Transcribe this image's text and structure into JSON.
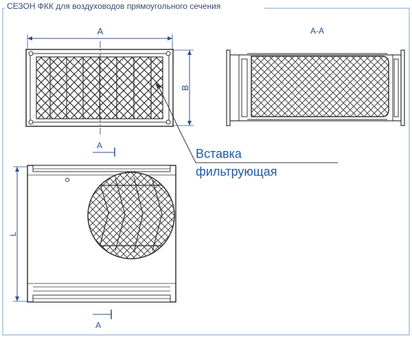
{
  "title": "СЕЗОН ФКК для воздуховодов прямоугольного сечения",
  "dims": {
    "A": "A",
    "B": "B",
    "L": "L"
  },
  "section": {
    "label": "A-A",
    "marker_top": "A",
    "marker_bottom": "A"
  },
  "callout": {
    "line1": "Вставка",
    "line2": "фильтрующая"
  },
  "colors": {
    "frame_border": "#8fb3d9",
    "dimension_line": "#2a4f8e",
    "callout_text": "#1f5aa6",
    "drawing": "#333333"
  }
}
